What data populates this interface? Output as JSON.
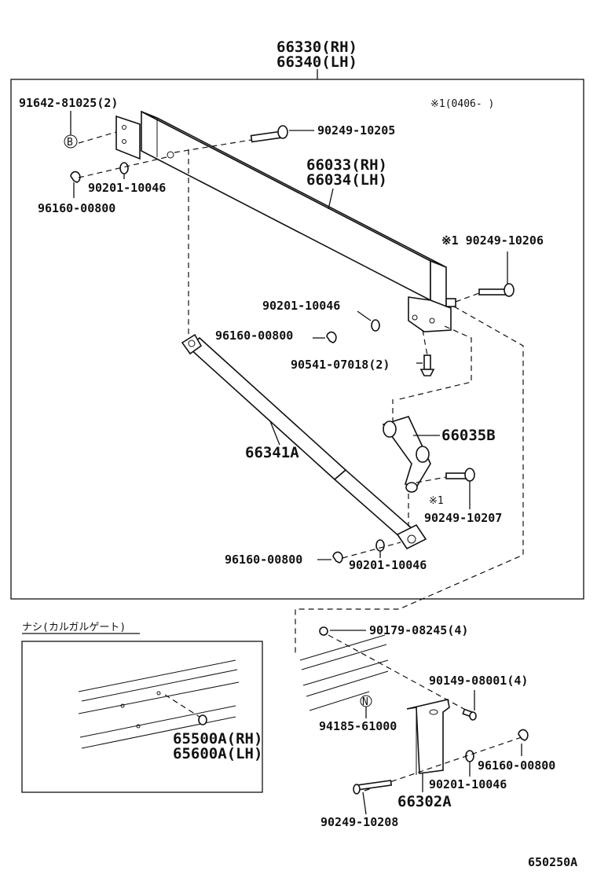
{
  "labels": {
    "assy_rh": "66330(RH)",
    "assy_lh": "66340(LH)",
    "bolt_91642": "91642-81025(2)",
    "circle_b": "B",
    "note_date": "※1(0406-    )",
    "bolt_90249_10205": "90249-10205",
    "washer_90201_a": "90201-10046",
    "nut_96160_a": "96160-00800",
    "frame_rh": "66033(RH)",
    "frame_lh": "66034(LH)",
    "bolt_90249_10206": "※1 90249-10206",
    "washer_90201_b": "90201-10046",
    "nut_96160_b": "96160-00800",
    "screw_90541": "90541-07018(2)",
    "bracket_66035b": "66035B",
    "stay_66341a": "66341A",
    "note_mark": "※1",
    "bolt_90249_10207": "90249-10207",
    "nut_96160_c": "96160-00800",
    "washer_90201_c": "90201-10046",
    "inset_title": "ナシ(カルガルゲート)",
    "part_65500a": "65500A(RH)",
    "part_65600a": "65600A(LH)",
    "screw_90179": "90179-08245(4)",
    "screw_90149": "90149-08001(4)",
    "circle_n": "N",
    "part_94185": "94185-61000",
    "nut_96160_d": "96160-00800",
    "washer_90201_d": "90201-10046",
    "plate_66302a": "66302A",
    "bolt_90249_10208": "90249-10208",
    "figure_code": "650250A"
  }
}
